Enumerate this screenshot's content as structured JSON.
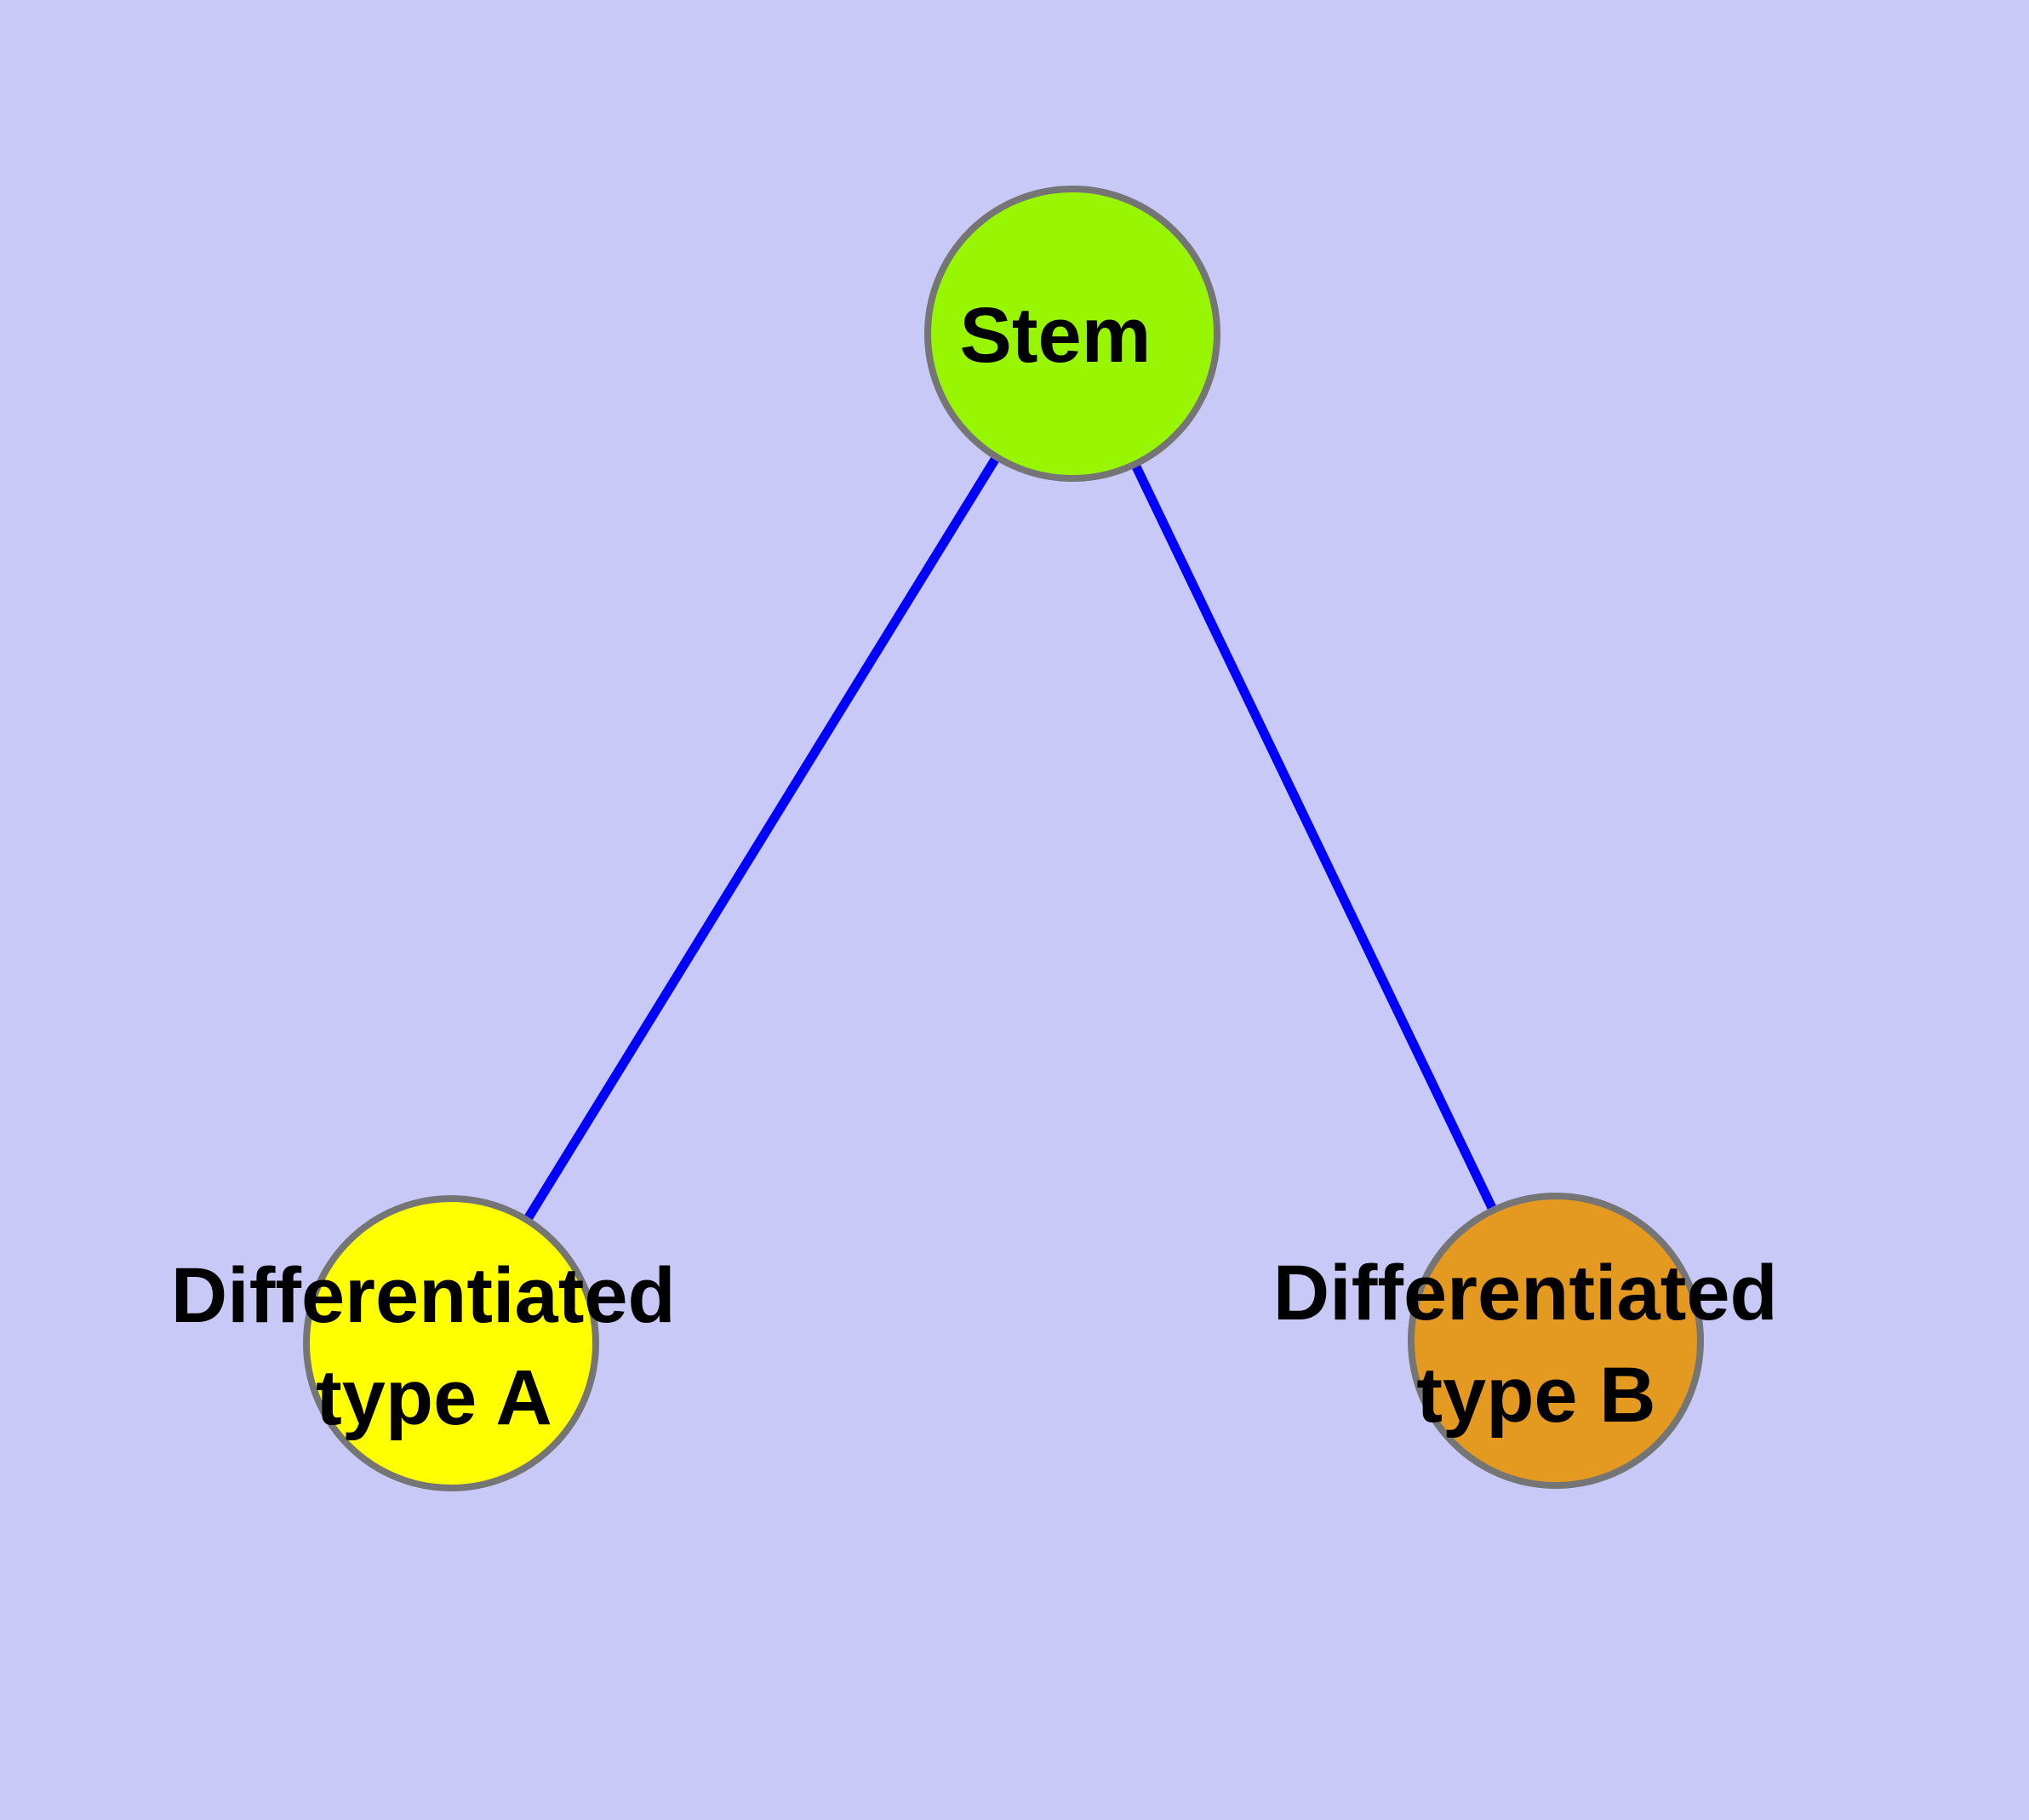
{
  "diagram": {
    "type": "node-link-graph",
    "background_color": "#c9c9f7",
    "edge_color": "#0000ff",
    "node_border_color": "#757575",
    "label_color": "#000000",
    "nodes": [
      {
        "id": "stem",
        "label_lines": [
          "Stem"
        ],
        "fill_color": "#99f602"
      },
      {
        "id": "differentiated-type-a",
        "label_lines": [
          "Differentiated",
          "type A"
        ],
        "fill_color": "#ffff00"
      },
      {
        "id": "differentiated-type-b",
        "label_lines": [
          "Differentiated",
          "type B"
        ],
        "fill_color": "#e49a20"
      }
    ],
    "edges": [
      {
        "from": "stem",
        "to": "differentiated-type-a"
      },
      {
        "from": "stem",
        "to": "differentiated-type-b"
      }
    ]
  }
}
